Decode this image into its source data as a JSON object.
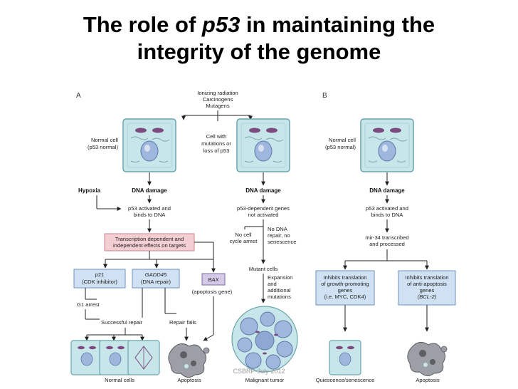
{
  "title": {
    "part1": "The role of ",
    "part2": "p53",
    "part3": " in maintaining the",
    "line2": "integrity of the genome"
  },
  "panels": {
    "a": "A",
    "b": "B"
  },
  "labels": {
    "stimuli1": "Ionizing radiation",
    "stimuli2": "Carcinogens",
    "stimuli3": "Mutagens",
    "normal_cell_a1": "Normal cell",
    "normal_cell_a2": "(p53 normal)",
    "mut_cell1": "Cell with",
    "mut_cell2": "mutations or",
    "mut_cell3": "loss of p53",
    "normal_cell_b1": "Normal cell",
    "normal_cell_b2": "(p53 normal)",
    "hypoxia": "Hypoxia",
    "dna_damage_a": "DNA damage",
    "dna_damage_m": "DNA damage",
    "dna_damage_b": "DNA damage",
    "p53_act_a1": "p53 activated and",
    "p53_act_a2": "binds to DNA",
    "p53_dep1": "p53-dependent genes",
    "p53_dep2": "not activated",
    "p53_act_b1": "p53 activated and",
    "p53_act_b2": "binds to DNA",
    "transcription1": "Transcription dependent and",
    "transcription2": "independent effects on targets",
    "no_arrest1": "No cell",
    "no_arrest2": "cycle arrest",
    "no_repair1": "No DNA",
    "no_repair2": "repair, no",
    "no_repair3": "senescence",
    "mir34_1": "mir-34 transcribed",
    "mir34_2": "and processed",
    "p21_1": "p21",
    "p21_2": "(CDK inhibitor)",
    "gadd45_1": "GADD45",
    "gadd45_2": "(DNA repair)",
    "bax": "BAX",
    "bax_gene": "(apoptosis gene)",
    "mutant_cells": "Mutant cells",
    "expansion1": "Expansion",
    "expansion2": "and",
    "expansion3": "additional",
    "expansion4": "mutations",
    "growth1": "Inhibits translation",
    "growth2": "of growth-promoting",
    "growth3": "genes",
    "growth4": "(i.e. MYC, CDK4)",
    "antiapop1": "Inhibits translation",
    "antiapop2": "of anti-apoptosis",
    "antiapop3": "genes",
    "antiapop4": "(BCL-2)",
    "g1_arrest": "G1 arrest",
    "successful_repair": "Successful repair",
    "repair_fails": "Repair fails",
    "normal_cells": "Normal cells",
    "apoptosis_a": "Apoptosis",
    "malignant_tumor": "Malignant tumor",
    "quiescence": "Quiescence/senescence",
    "apoptosis_b": "Apoptosis"
  },
  "footer": "CSBRP-July-2012",
  "colors": {
    "cell_fill": "#c7e6ea",
    "cell_edge": "#6aa4ad",
    "nucleus": "#9fb6dd",
    "pink_box": "#f3cfd3",
    "blue_box": "#cfe1f2",
    "apoptosis": "#8a8f94"
  }
}
